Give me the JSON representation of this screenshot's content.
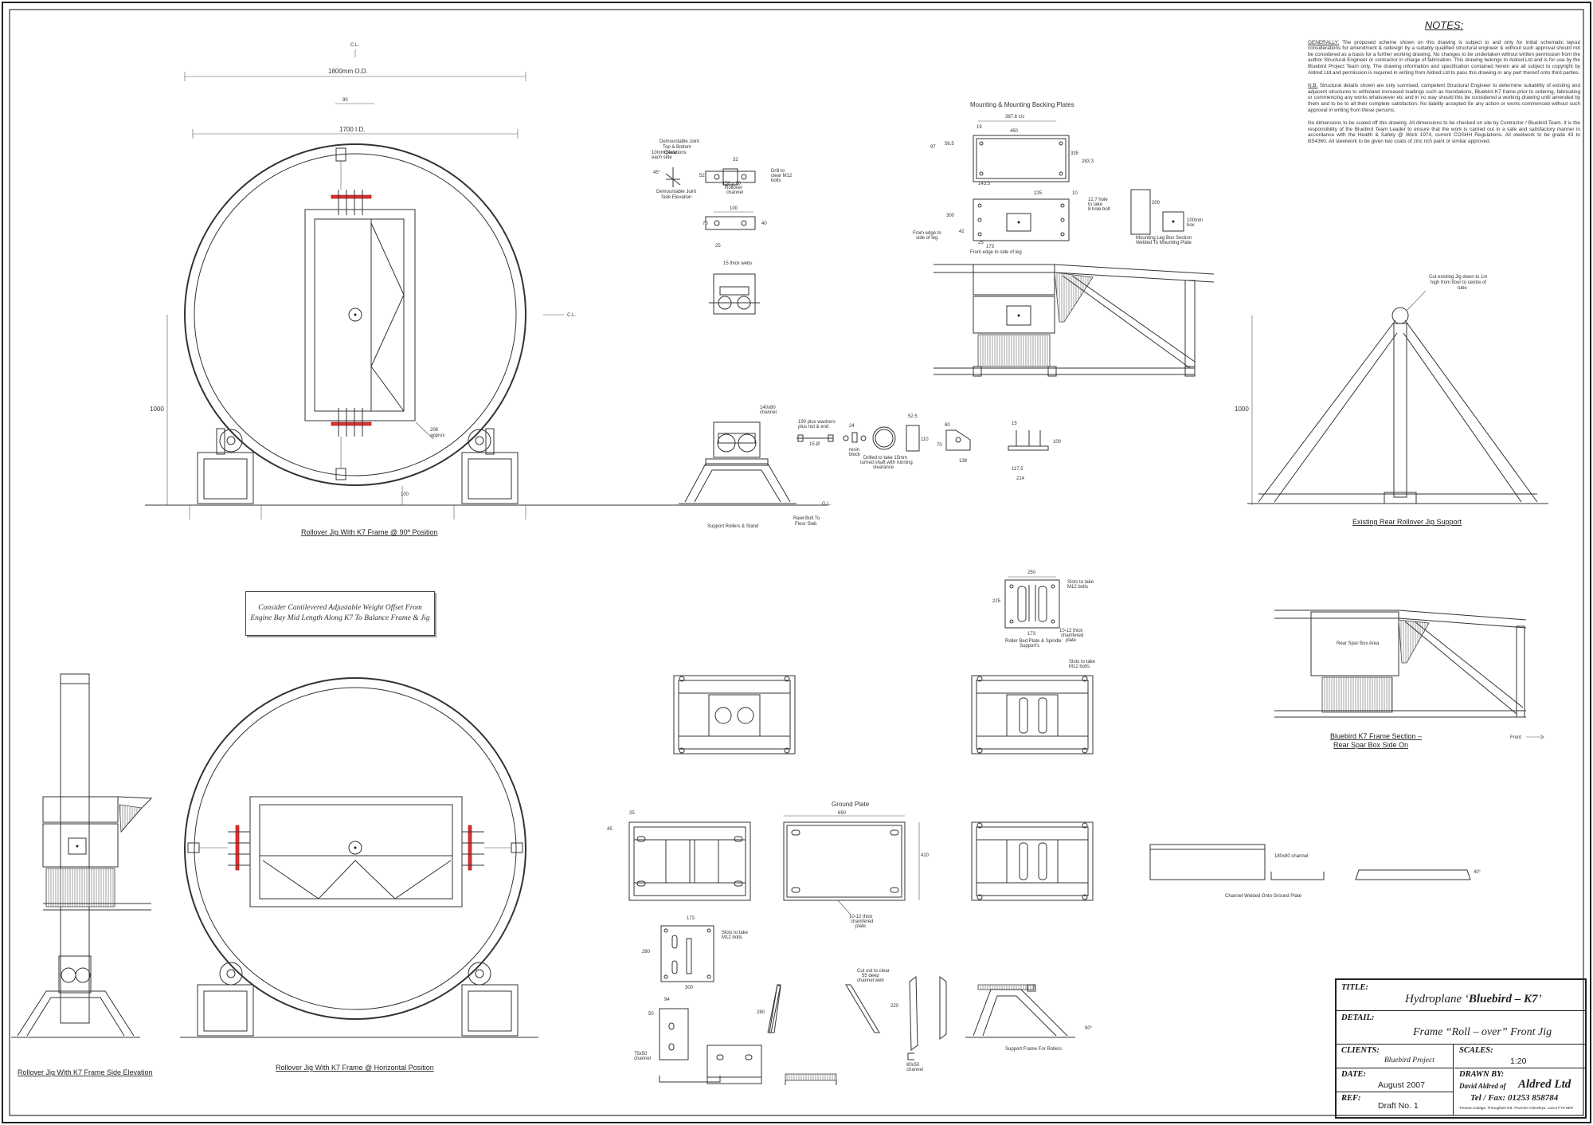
{
  "notes": {
    "heading": "NOTES:",
    "generally_label": "GENERALLY:",
    "generally_text": " The proposed scheme shown on this drawing is subject to and only for initial schematic layout considerations for amendment & redesign by a suitably qualified structural engineer & without such approval should not be considered as a basis for a further working drawing. No changes to be undertaken without written permission from the author Structural Engineer or contractor in charge of fabrication. This drawing belongs to Aldred Ltd and is for use by the Bluebird Project Team only. The drawing information and specification contained herein are all subject to copyright by Aldred Ltd and permission is required in writing from Aldred Ltd to pass this drawing or any part thereof onto third parties.",
    "nb_label": "N.B.",
    "nb_text": " Structural details shown are only surmised, competent Structural Engineer to determine suitability of existing and adjacent structures to withstand increased loadings such as foundations, Bluebird K7 frame prior to ordering, fabricating or commencing any works whatsoever etc and in no way should this be considered a working drawing until amended by them and to be to all their complete satisfaction. No liability accepted for any action or works commenced without such approval in writing from these persons.",
    "scale_text": "No dimensions to be scaled off this drawing. All dimensions to be checked on site by Contractor / Bluebird Team. It is the responsibility of the Bluebird Team Leader to ensure that the work is carried out in a safe and satisfactory manner in accordance with the Health & Safety @ Work 1974, current COSHH Regulations. All steelwork to be grade 43 to BS4360. All steelwork to be given two coats of zinc rich paint or similar approved."
  },
  "consider_note": {
    "line1": "Consider Cantilevered Adjustable Weight Offset From",
    "line2": "Engine Bay Mid Length Along K7 To Balance Frame & Jig"
  },
  "captions": {
    "rollover_90": "Rollover Jig With K7 Frame @ 90º Position",
    "rollover_horizontal": "Rollover Jig With K7 Frame @ Horizontal Position",
    "rollover_side": "Rollover Jig With K7 Frame Side Elevation",
    "support_rollers": "Support Rollers & Stand",
    "existing_rear": "Existing Rear Rollover Jig Support",
    "k7_section_1": "Bluebird K7  Frame Section –",
    "k7_section_2": "Rear Spar Box Side On",
    "mounting_plates": "Mounting & Mounting Backing Plates",
    "ground_plate": "Ground Plate",
    "channel_welded": "Channel Welded Onto Ground Plate",
    "support_frame": "Support Frame For Rollers",
    "roller_bed_1": "Roller Bed Plate & Spindle",
    "roller_bed_2": "Support's",
    "demountable_top_1": "Demountable Joint",
    "demountable_top_2": "Top & Bottom",
    "demountable_top_3": "Elevations",
    "demountable_side_1": "Demountable Joint",
    "demountable_side_2": "Side Elevation",
    "cut_existing_1": "Cut existing Jig down to 1m",
    "cut_existing_2": "high from floor to centre of",
    "cut_existing_3": "tube",
    "front": "Front",
    "rear_spar_box": "Rear Spar Box Area",
    "mounting_leg_1": "Mounting Leg Box Section",
    "mounting_leg_2": "Welded To Mounting Plate",
    "rest_bolt_1": "Rawl Bolt To",
    "rest_bolt_2": "Floor Slab",
    "from_edge_1": "From edge to",
    "from_edge_2": "side of leg",
    "from_edge_3": "From edge to side of leg",
    "drilled_1": "Drilled to take 15mm",
    "drilled_2": "turned shaft with running",
    "drilled_3": "clearance",
    "slots_m12": "Slots to take",
    "slots_m12b": "M12 bolts",
    "thick_plate": "10-12 thick",
    "thick_plate_b": "chamfered",
    "thick_plate_c": "plate",
    "webs": "15 thick webs",
    "channel_label": "140x80",
    "channel_label_b": "channel",
    "channel_180": "180x80 channel",
    "cut_to_clear_1": "Cut out to clear",
    "cut_to_clear_2": "55 deep",
    "cut_to_clear_3": "channel web",
    "channel_75": "75x50",
    "channel_75b": "channel",
    "channel_80": "80x50",
    "channel_80b": "channel",
    "plate_10": "10mm plate",
    "plate_10b": "each side",
    "rollover_ch": "Rollover",
    "rollover_chb": "channel",
    "drill_m12": "Drill to",
    "drill_m12b": "clear M12",
    "drill_m12c": "bolts",
    "bolt_190_1": "190 plus washers",
    "bolt_190_2": "plus nut & end",
    "wide_1": "12.7 hole",
    "wide_2": "to take",
    "wide_3": "8 hole bolt",
    "mm_100": "100mm",
    "mm_100b": "box",
    "resin": "resin",
    "resin_b": "block",
    "approx": "approx"
  },
  "dims": {
    "od": "1800mm O.D.",
    "id": "1700 I.D.",
    "d90": "90",
    "h1000": "1000",
    "h1000b": "1000",
    "d100": "100",
    "d206": "206",
    "cl": "C.L.",
    "gl": "G.L.",
    "m387": "387.6 c/c",
    "m450": "450",
    "m19": "19",
    "m97": "97",
    "m56": "56.5",
    "m335": "335",
    "m283": "283.3",
    "m143": "143.5",
    "m225": "225",
    "m10": "10",
    "m300": "300",
    "m173": "173",
    "m25": "25",
    "m42": "42",
    "m200": "200",
    "j32": "32",
    "j52": "52",
    "j45": "45°",
    "j100": "100",
    "j70": "70",
    "j40": "40",
    "j25": "25",
    "j150": "150 x 90",
    "s24": "24",
    "s52": "52.5",
    "s110": "110",
    "s80": "80",
    "s70": "70",
    "s138": "138",
    "s15": "15",
    "s100": "100",
    "s117": "117.5",
    "s214": "214",
    "s15b": "15 Ø",
    "r250": "250",
    "r225": "225",
    "r173": "173",
    "g650": "650",
    "g410": "410",
    "g25": "25",
    "g45": "45",
    "b173": "173",
    "b280": "280",
    "b300": "300",
    "b50": "50",
    "b94": "94",
    "c280": "280",
    "c220": "220",
    "c90": "90°",
    "c40": "40°"
  },
  "title_block": {
    "title_label": "TITLE:",
    "title_prefix": "Hydroplane ‘",
    "title_bold": "Bluebird – K7",
    "title_suffix": "’",
    "detail_label": "DETAIL:",
    "detail": "Frame “Roll – over”  Front Jig",
    "clients_label": "CLIENTS:",
    "clients": "Bluebird Project",
    "scales_label": "SCALES:",
    "scales": "1:20",
    "date_label": "DATE:",
    "date": "August 2007",
    "drawn_label": "DRAWN BY:",
    "drawn_prefix": "David Aldred of",
    "drawn_company": "Aldred Ltd",
    "tel": "Tel / Fax: 01253  858784",
    "address": "Trenant Cottage, Throughton Rd, Thornton Cleveleys, Lancs FY5 6ER",
    "ref_label": "REF:",
    "ref": "Draft No. 1"
  }
}
